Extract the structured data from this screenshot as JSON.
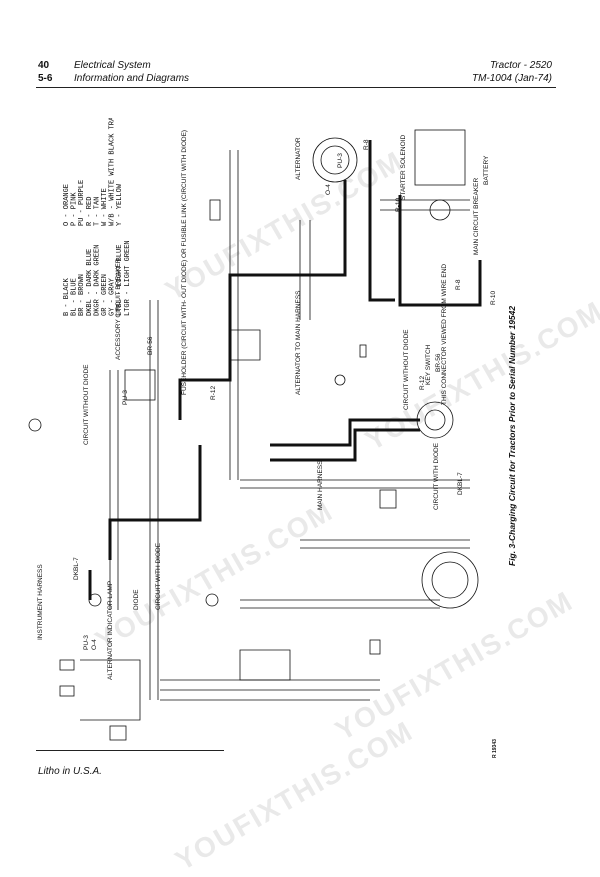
{
  "header": {
    "page_number": "40",
    "section_number": "5-6",
    "section_title": "Electrical System",
    "section_subtitle": "Information and Diagrams",
    "model": "Tractor - 2520",
    "manual": "TM-1004  (Jan-74)"
  },
  "legend": [
    {
      "code": "B",
      "name": "BLACK"
    },
    {
      "code": "BL",
      "name": "BLUE"
    },
    {
      "code": "BR",
      "name": "BROWN"
    },
    {
      "code": "DKBL",
      "name": "DARK BLUE"
    },
    {
      "code": "DKGR",
      "name": "DARK GREEN"
    },
    {
      "code": "GR",
      "name": "GREEN"
    },
    {
      "code": "GY",
      "name": "GRAY"
    },
    {
      "code": "LTBL",
      "name": "LIGHT BLUE"
    },
    {
      "code": "LTGR",
      "name": "LIGHT GREEN"
    },
    {
      "code": "O",
      "name": "ORANGE"
    },
    {
      "code": "P",
      "name": "PINK"
    },
    {
      "code": "PU",
      "name": "PURPLE"
    },
    {
      "code": "R",
      "name": "RED"
    },
    {
      "code": "T",
      "name": "TAN"
    },
    {
      "code": "W",
      "name": "WHITE"
    },
    {
      "code": "W/B",
      "name": "WHITE WITH BLACK TRACER"
    },
    {
      "code": "Y",
      "name": "YELLOW"
    }
  ],
  "diagram_labels": {
    "alternator": "ALTERNATOR",
    "starter_solenoid": "STARTER SOLENOID",
    "battery": "BATTERY",
    "main_circuit_breaker": "MAIN CIRCUIT BREAKER",
    "accessory_breaker": "ACCESSORY CIRCUIT BREAKER",
    "fuseholder": "FUSEHOLDER (CIRCUIT WITH- OUT DIODE) OR FUSIBLE LINK (CIRCUIT WITH DIODE)",
    "alternator_to_harness": "ALTERNATOR TO MAIN HARNESS",
    "main_harness": "MAIN HARNESS",
    "circuit_without_diode_1": "CIRCUIT WITHOUT DIODE",
    "circuit_without_diode_2": "CIRCUIT WITHOUT DIODE",
    "key_switch": "KEY SWITCH",
    "connector_view": "THIS CONNECTOR VIEWED FROM WIRE END",
    "circuit_with_diode_1": "CIRCUIT WITH DIODE",
    "circuit_with_diode_2": "CIRCUIT WITH DIODE",
    "instrument_harness": "INSTRUMENT HARNESS",
    "indicator_lamp": "ALTERNATOR INDICATOR LAMP",
    "diode": "DIODE",
    "wire_r8": "R-8",
    "wire_r10": "R-10",
    "wire_r12": "R-12",
    "wire_br56": "BR-56",
    "wire_pu3": "PU-3",
    "wire_o4": "O-4",
    "wire_dkbl7": "DKBL-7"
  },
  "caption": "Fig. 3-Charging Circuit for Tractors Prior to Serial Number 19542",
  "figure_id": "R 19343",
  "footer": "Litho in U.S.A.",
  "watermark": "YOUFIXTHIS.COM"
}
